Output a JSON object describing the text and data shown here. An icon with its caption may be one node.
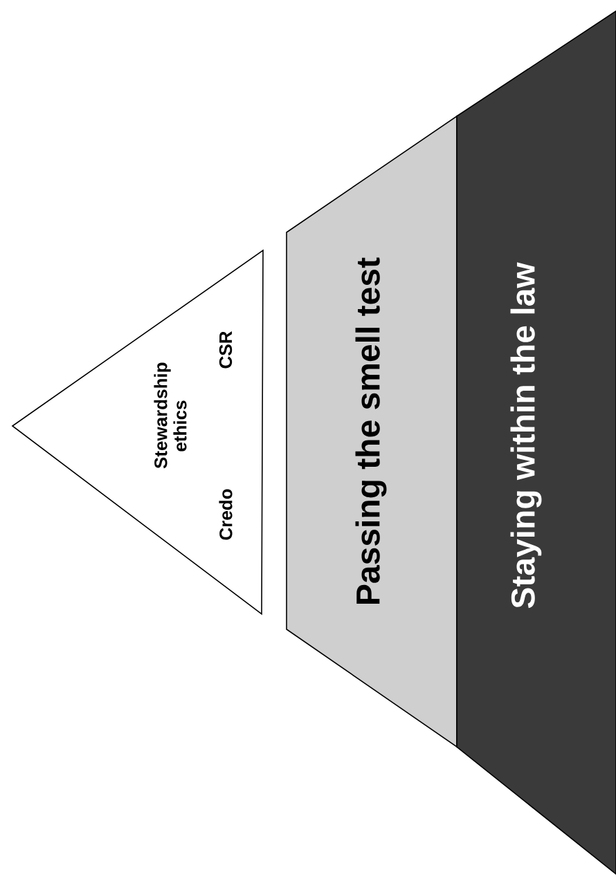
{
  "diagram": {
    "nodes": [
      {
        "text": [
          "Stewardship ethics",
          "Credo",
          "CSR"
        ]
      },
      {
        "text": [
          "Passing the smell test"
        ]
      },
      {
        "text": [
          "Staying within the law"
        ]
      }
    ]
  }
}
